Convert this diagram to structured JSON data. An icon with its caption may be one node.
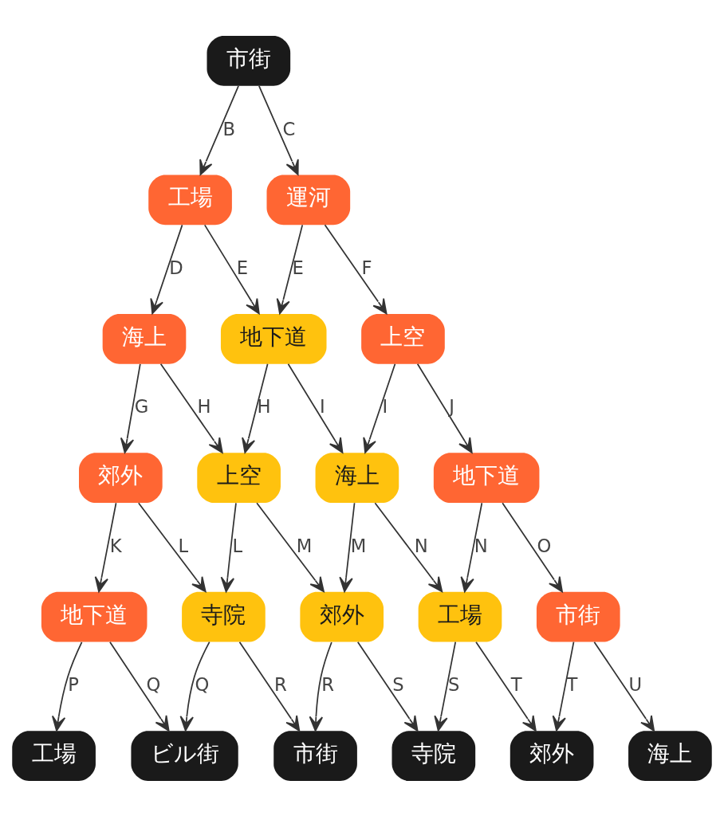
{
  "diagram": {
    "nodes": [
      {
        "text": [
          "市街"
        ]
      },
      {
        "text": [
          "工場"
        ]
      },
      {
        "text": [
          "運河"
        ]
      },
      {
        "text": [
          "海上"
        ]
      },
      {
        "text": [
          "地下道"
        ]
      },
      {
        "text": [
          "上空"
        ]
      },
      {
        "text": [
          "郊外"
        ]
      },
      {
        "text": [
          "上空"
        ]
      },
      {
        "text": [
          "海上"
        ]
      },
      {
        "text": [
          "地下道"
        ]
      },
      {
        "text": [
          "地下道"
        ]
      },
      {
        "text": [
          "寺院"
        ]
      },
      {
        "text": [
          "郊外"
        ]
      },
      {
        "text": [
          "工場"
        ]
      },
      {
        "text": [
          "市街"
        ]
      },
      {
        "text": [
          "工場"
        ]
      },
      {
        "text": [
          "ビル街"
        ]
      },
      {
        "text": [
          "市街"
        ]
      },
      {
        "text": [
          "寺院"
        ]
      },
      {
        "text": [
          "郊外"
        ]
      },
      {
        "text": [
          "海上"
        ]
      }
    ],
    "edges": [
      {
        "from": 0,
        "to": 1,
        "arrow": "to",
        "label": "B"
      },
      {
        "from": 0,
        "to": 2,
        "arrow": "to",
        "label": "C"
      },
      {
        "from": 1,
        "to": 3,
        "arrow": "to",
        "label": "D"
      },
      {
        "from": 1,
        "to": 4,
        "arrow": "to",
        "label": "E"
      },
      {
        "from": 2,
        "to": 4,
        "arrow": "to",
        "label": "E"
      },
      {
        "from": 2,
        "to": 5,
        "arrow": "to",
        "label": "F"
      },
      {
        "from": 3,
        "to": 6,
        "arrow": "to",
        "label": "G"
      },
      {
        "from": 3,
        "to": 7,
        "arrow": "to",
        "label": "H"
      },
      {
        "from": 4,
        "to": 7,
        "arrow": "to",
        "label": "H"
      },
      {
        "from": 4,
        "to": 8,
        "arrow": "to",
        "label": "I"
      },
      {
        "from": 5,
        "to": 8,
        "arrow": "to",
        "label": "I"
      },
      {
        "from": 5,
        "to": 9,
        "arrow": "to",
        "label": "J"
      },
      {
        "from": 6,
        "to": 10,
        "arrow": "to",
        "label": "K"
      },
      {
        "from": 6,
        "to": 11,
        "arrow": "to",
        "label": "L"
      },
      {
        "from": 7,
        "to": 11,
        "arrow": "to",
        "label": "L"
      },
      {
        "from": 7,
        "to": 12,
        "arrow": "to",
        "label": "M"
      },
      {
        "from": 8,
        "to": 12,
        "arrow": "to",
        "label": "M"
      },
      {
        "from": 8,
        "to": 13,
        "arrow": "to",
        "label": "N"
      },
      {
        "from": 9,
        "to": 13,
        "arrow": "to",
        "label": "N"
      },
      {
        "from": 9,
        "to": 14,
        "arrow": "to",
        "label": "O"
      },
      {
        "from": 10,
        "to": 15,
        "arrow": "to",
        "label": "P"
      },
      {
        "from": 10,
        "to": 16,
        "arrow": "to",
        "label": "Q"
      },
      {
        "from": 11,
        "to": 16,
        "arrow": "to",
        "label": "Q"
      },
      {
        "from": 11,
        "to": 17,
        "arrow": "to",
        "label": "R"
      },
      {
        "from": 12,
        "to": 17,
        "arrow": "to",
        "label": "R"
      },
      {
        "from": 12,
        "to": 18,
        "arrow": "to",
        "label": "S"
      },
      {
        "from": 13,
        "to": 18,
        "arrow": "to",
        "label": "S"
      },
      {
        "from": 13,
        "to": 19,
        "arrow": "to",
        "label": "T"
      },
      {
        "from": 14,
        "to": 19,
        "arrow": "to",
        "label": "T"
      },
      {
        "from": 14,
        "to": 20,
        "arrow": "to",
        "label": "U"
      }
    ]
  }
}
